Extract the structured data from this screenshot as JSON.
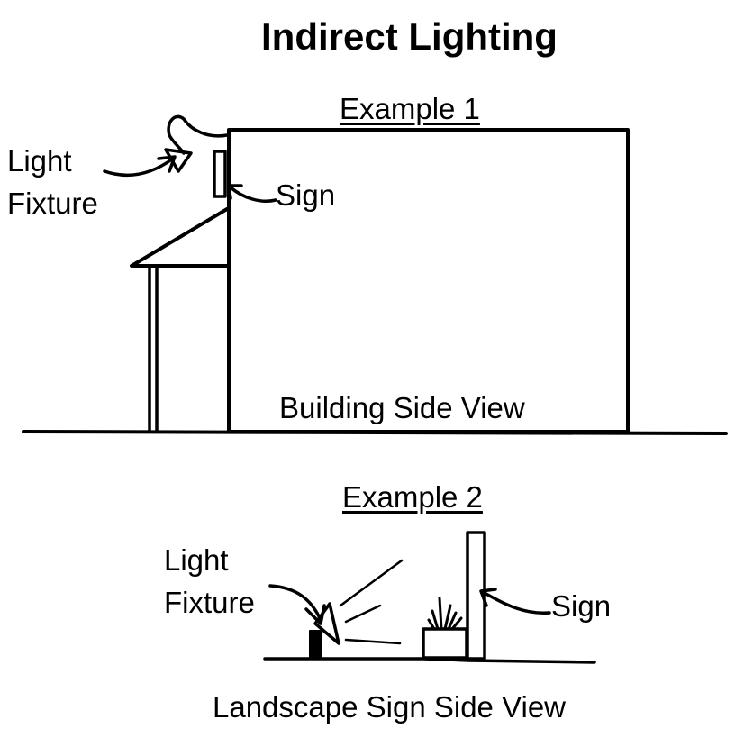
{
  "title": "Indirect Lighting",
  "example1": {
    "heading": "Example 1",
    "fixture_label_line1": "Light",
    "fixture_label_line2": "Fixture",
    "sign_label": "Sign",
    "caption": "Building Side View"
  },
  "example2": {
    "heading": "Example 2",
    "fixture_label_line1": "Light",
    "fixture_label_line2": "Fixture",
    "sign_label": "Sign",
    "caption": "Landscape Sign Side View"
  },
  "colors": {
    "ink": "#000000",
    "background": "#ffffff"
  }
}
